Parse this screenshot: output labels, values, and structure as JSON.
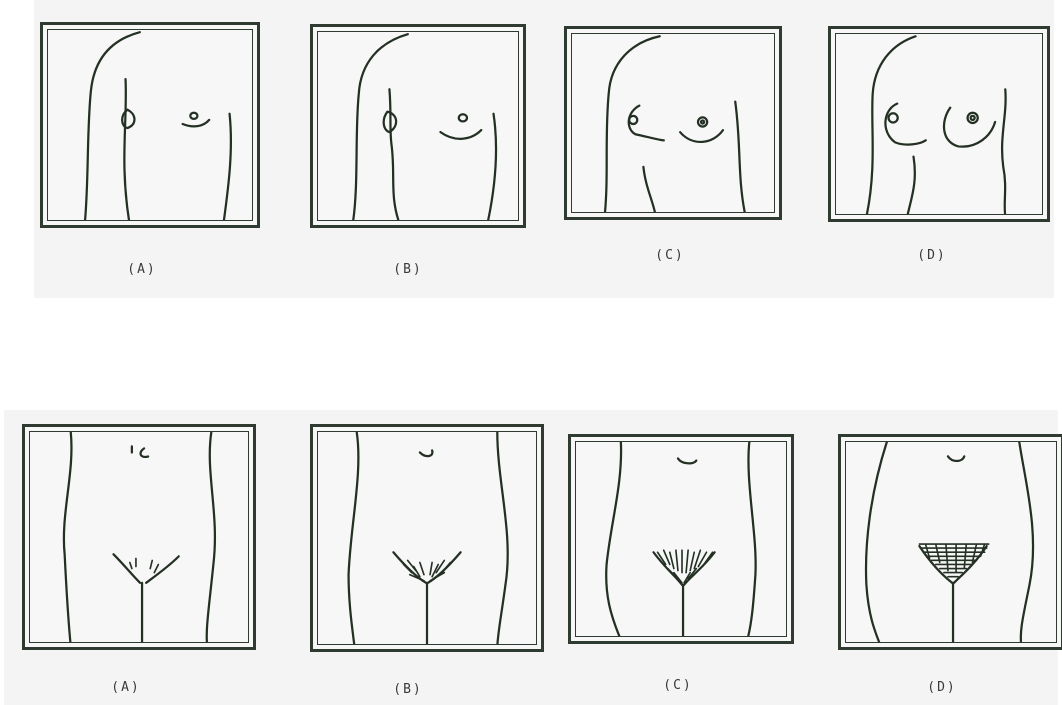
{
  "breast_stages": {
    "labels": [
      "(A)",
      "(B)",
      "(C)",
      "(D)"
    ]
  },
  "pubic_stages": {
    "labels": [
      "(A)",
      "(B)",
      "(C)",
      "(D)"
    ]
  }
}
